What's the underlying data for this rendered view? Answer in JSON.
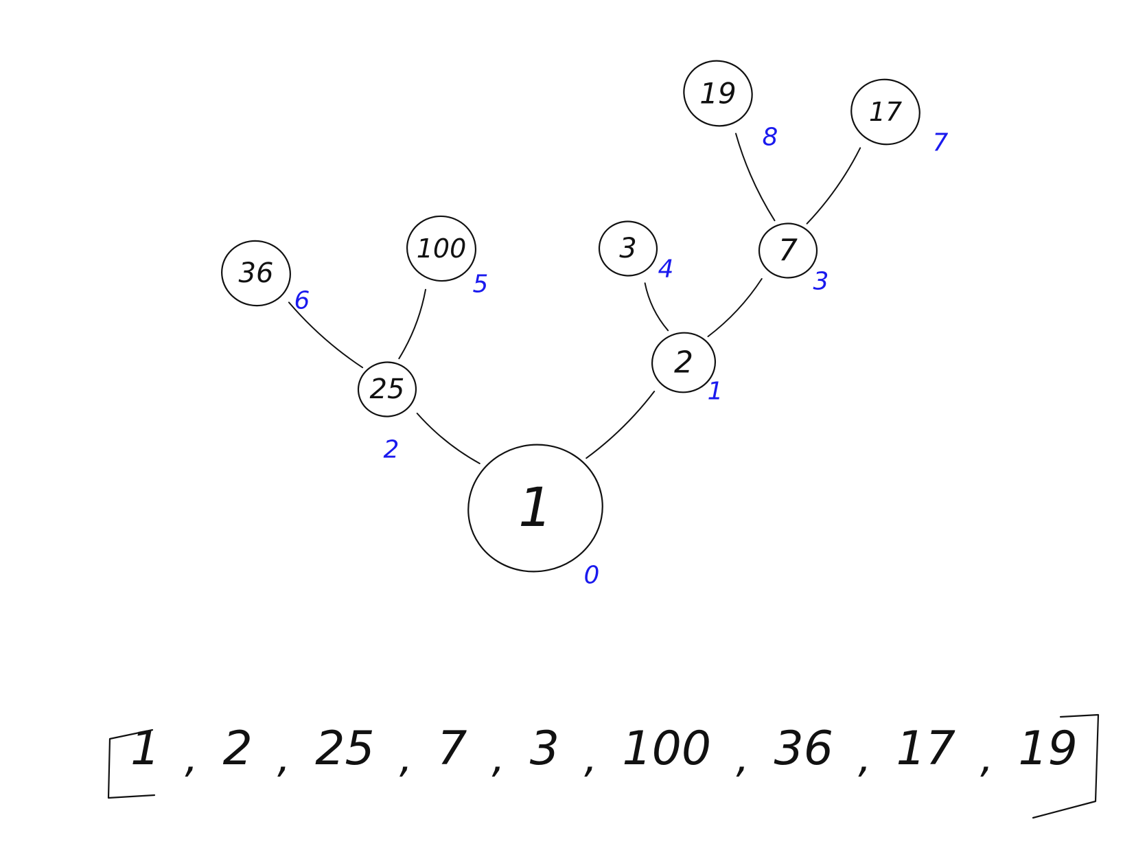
{
  "diagram": {
    "nodes": [
      {
        "id": "n0",
        "value": "1",
        "index": "0"
      },
      {
        "id": "n1",
        "value": "2",
        "index": "1"
      },
      {
        "id": "n2",
        "value": "25",
        "index": "2"
      },
      {
        "id": "n3",
        "value": "7",
        "index": "3"
      },
      {
        "id": "n4",
        "value": "3",
        "index": "4"
      },
      {
        "id": "n5",
        "value": "100",
        "index": "5"
      },
      {
        "id": "n6",
        "value": "36",
        "index": "6"
      },
      {
        "id": "n7",
        "value": "17",
        "index": "7"
      },
      {
        "id": "n8",
        "value": "19",
        "index": "8"
      }
    ],
    "edges": [
      [
        "n0",
        "n1"
      ],
      [
        "n0",
        "n2"
      ],
      [
        "n1",
        "n3"
      ],
      [
        "n1",
        "n4"
      ],
      [
        "n2",
        "n5"
      ],
      [
        "n2",
        "n6"
      ],
      [
        "n3",
        "n7"
      ],
      [
        "n3",
        "n8"
      ]
    ]
  },
  "array": {
    "open": "[",
    "close": "]",
    "separator": ",",
    "items": [
      "1",
      "2",
      "25",
      "7",
      "3",
      "100",
      "36",
      "17",
      "19"
    ]
  },
  "colors": {
    "ink": "#111111",
    "index_ink": "#1a1aee"
  }
}
